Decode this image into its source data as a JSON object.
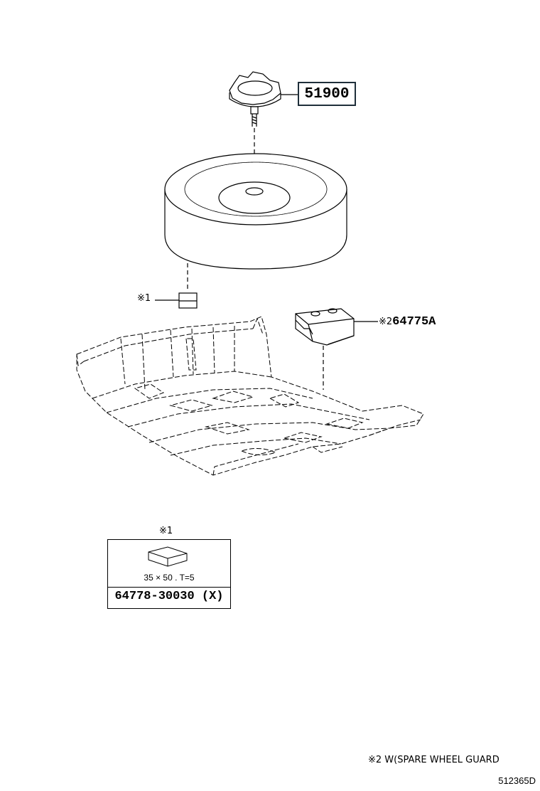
{
  "callouts": {
    "lock_bolt": "51900",
    "wheel_guard_mark": "※2",
    "wheel_guard": "64775A",
    "spacer_mark": "※1"
  },
  "detail": {
    "mark": "※1",
    "dimensions": "35 × 50 . T=5",
    "part_number": "64778-30030 (X)"
  },
  "footnote": "※2  W(SPARE WHEEL GUARD",
  "diagram_code": "512365D"
}
